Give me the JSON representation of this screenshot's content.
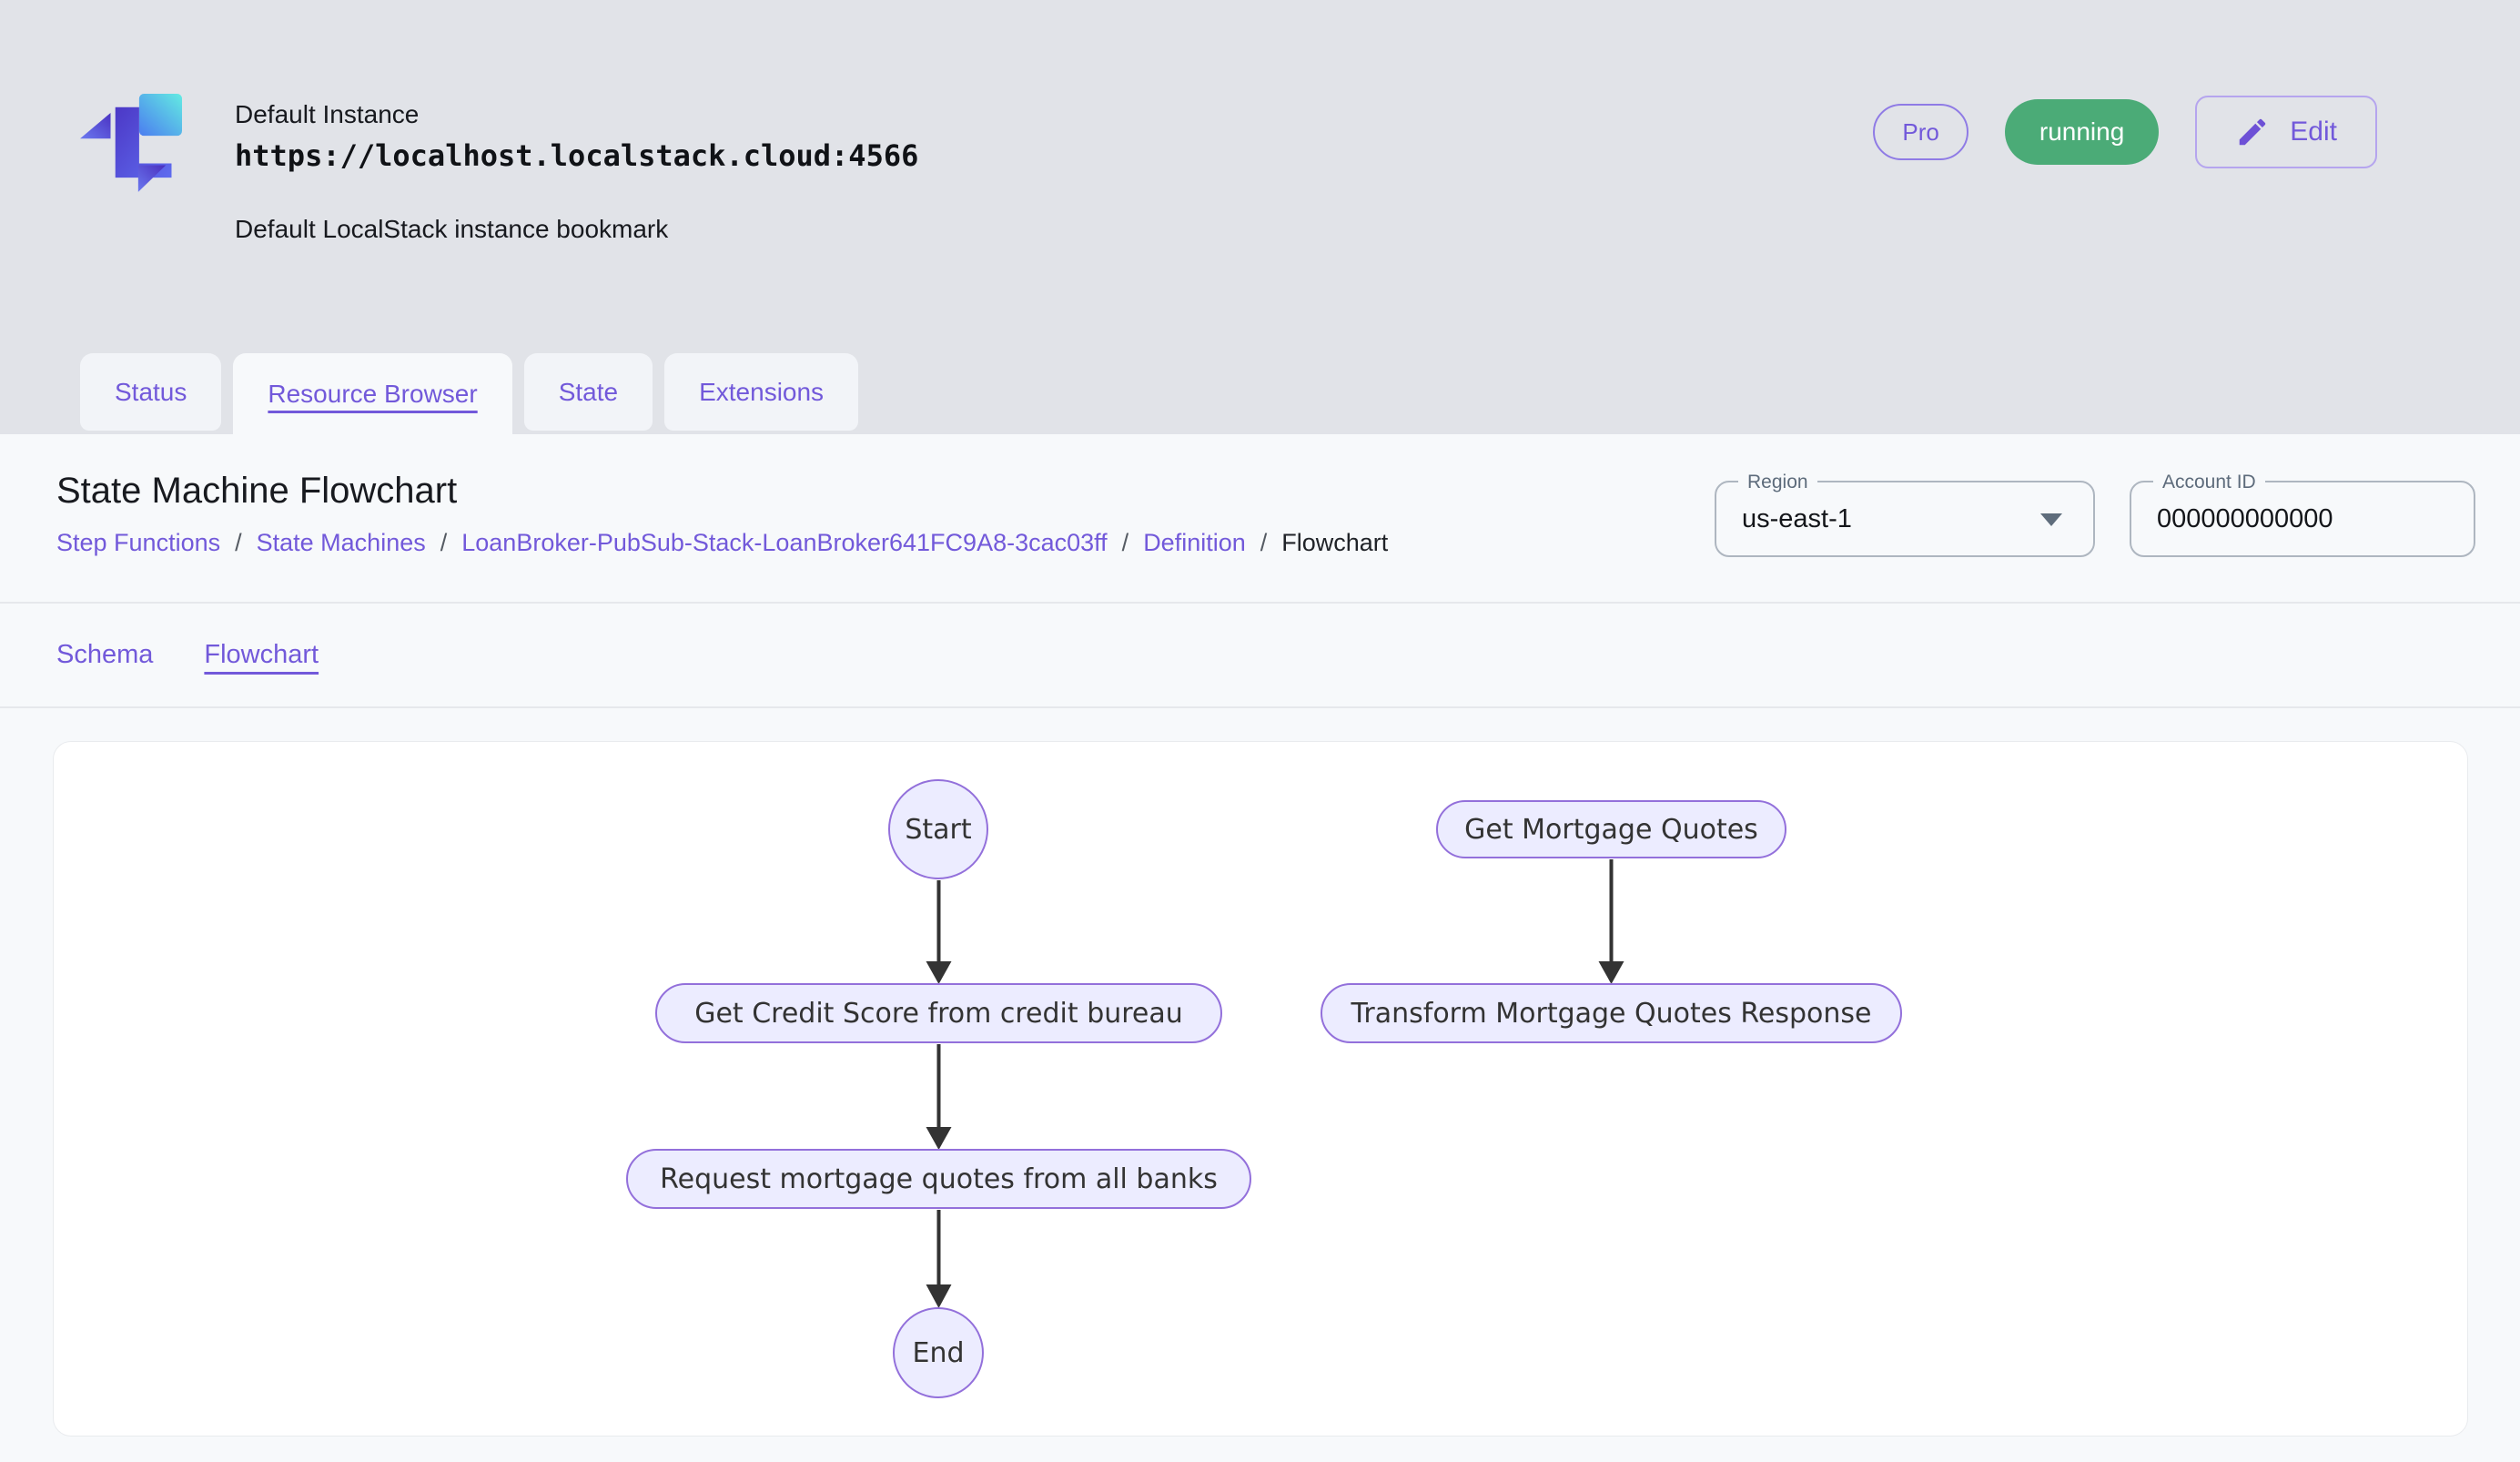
{
  "header": {
    "instance_name": "Default Instance",
    "instance_url": "https://localhost.localstack.cloud:4566",
    "instance_description": "Default LocalStack instance bookmark",
    "pro_badge": "Pro",
    "status_badge": "running",
    "edit_button": "Edit"
  },
  "tabs": [
    {
      "label": "Status",
      "active": false
    },
    {
      "label": "Resource Browser",
      "active": true
    },
    {
      "label": "State",
      "active": false
    },
    {
      "label": "Extensions",
      "active": false
    }
  ],
  "page": {
    "title": "State Machine Flowchart",
    "breadcrumb_separator": "/",
    "breadcrumb": [
      {
        "label": "Step Functions"
      },
      {
        "label": "State Machines"
      },
      {
        "label": "LoanBroker-PubSub-Stack-LoanBroker641FC9A8-3cac03ff"
      },
      {
        "label": "Definition"
      },
      {
        "label": "Flowchart"
      }
    ],
    "region": {
      "label": "Region",
      "value": "us-east-1"
    },
    "account_id": {
      "label": "Account ID",
      "value": "000000000000"
    }
  },
  "subtabs": [
    {
      "label": "Schema",
      "active": false
    },
    {
      "label": "Flowchart",
      "active": true
    }
  ],
  "flowchart": {
    "nodes": [
      {
        "id": "start",
        "label": "Start",
        "shape": "circle"
      },
      {
        "id": "get-credit-score",
        "label": "Get Credit Score from credit bureau",
        "shape": "pill"
      },
      {
        "id": "request-quotes",
        "label": "Request mortgage quotes from all banks",
        "shape": "pill"
      },
      {
        "id": "end",
        "label": "End",
        "shape": "circle"
      },
      {
        "id": "get-mortgage-quotes",
        "label": "Get Mortgage Quotes",
        "shape": "pill"
      },
      {
        "id": "transform-response",
        "label": "Transform Mortgage Quotes Response",
        "shape": "pill"
      }
    ],
    "edges": [
      {
        "from": "start",
        "to": "get-credit-score"
      },
      {
        "from": "get-credit-score",
        "to": "request-quotes"
      },
      {
        "from": "request-quotes",
        "to": "end"
      },
      {
        "from": "get-mortgage-quotes",
        "to": "transform-response"
      }
    ]
  },
  "colors": {
    "accent_purple": "#7259da",
    "accent_border_light": "#b5a5ee",
    "badge_green": "#4bab77",
    "page_background": "#e1e3e8",
    "panel_background": "#f7f9fb",
    "node_fill": "#ececff",
    "node_border": "#9370db",
    "arrow": "#333333"
  }
}
